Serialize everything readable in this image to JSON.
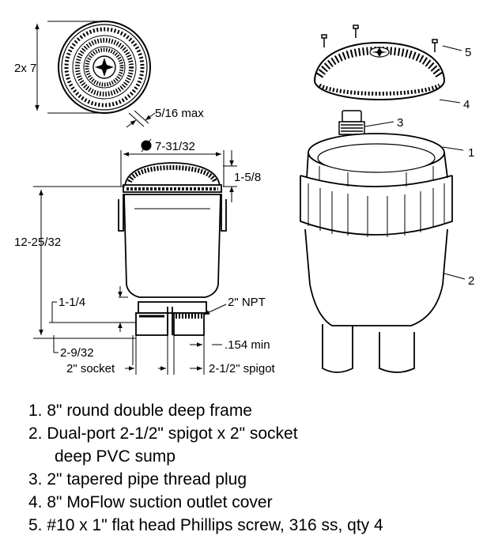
{
  "dimensions": {
    "cover_dia": "2x 7",
    "gap": "5/16 max",
    "frame_dia": "7-31/32",
    "frame_height": "1-5/8",
    "overall_height": "12-25/32",
    "bottom_offset": "1-1/4",
    "npt": "2\" NPT",
    "base_height": "2-9/32",
    "min_clearance": ".154 min",
    "socket": "2\" socket",
    "spigot": "2-1/2\" spigot"
  },
  "callouts": [
    "1",
    "2",
    "3",
    "4",
    "5"
  ],
  "parts": [
    {
      "text": "1. 8\" round double deep frame"
    },
    {
      "text": "2. Dual-port 2-1/2\" spigot x 2\" socket"
    },
    {
      "text": "deep PVC sump"
    },
    {
      "text": "3. 2\" tapered pipe thread plug"
    },
    {
      "text": "4. 8\" MoFlow suction outlet cover"
    },
    {
      "text": "5. #10 x 1\" flat head Phillips screw, 316 ss, qty 4"
    }
  ]
}
